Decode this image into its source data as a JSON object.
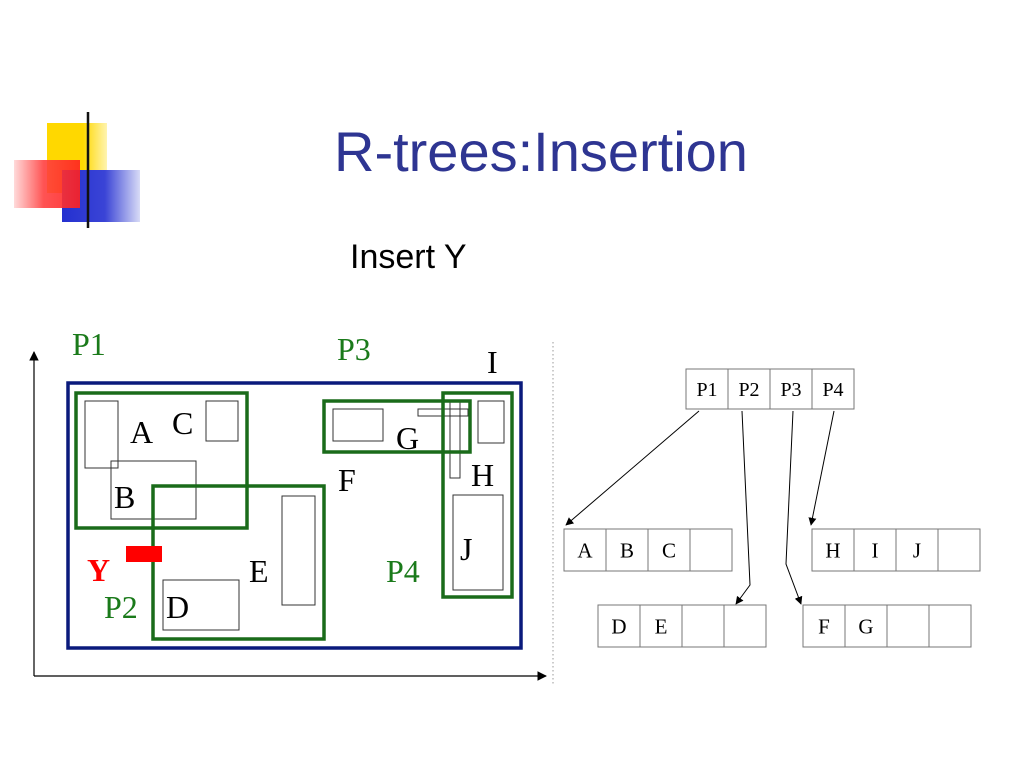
{
  "slide": {
    "title": "R-trees:Insertion",
    "subtitle": "Insert Y",
    "colors": {
      "title": "#2e3592",
      "frame": "#0a1a7c",
      "group_box": "#1a6b1a",
      "group_label": "#1a7a1a",
      "new_entry": "#ff0000",
      "logo_yellow": "#ffd800",
      "logo_red": "#ff3030",
      "logo_blue": "#2430d0"
    }
  },
  "diagram": {
    "group_labels": {
      "p1": "P1",
      "p2": "P2",
      "p3": "P3",
      "p4": "P4"
    },
    "object_labels": {
      "a": "A",
      "b": "B",
      "c": "C",
      "d": "D",
      "e": "E",
      "f": "F",
      "g": "G",
      "h": "H",
      "i": "I",
      "j": "J"
    },
    "new_entry_label": "Y"
  },
  "tree": {
    "root": [
      "P1",
      "P2",
      "P3",
      "P4"
    ],
    "leaf_p1": [
      "A",
      "B",
      "C",
      ""
    ],
    "leaf_p4": [
      "H",
      "I",
      "J",
      ""
    ],
    "leaf_p2": [
      "D",
      "E",
      "",
      ""
    ],
    "leaf_p3": [
      "F",
      "G",
      "",
      ""
    ]
  }
}
